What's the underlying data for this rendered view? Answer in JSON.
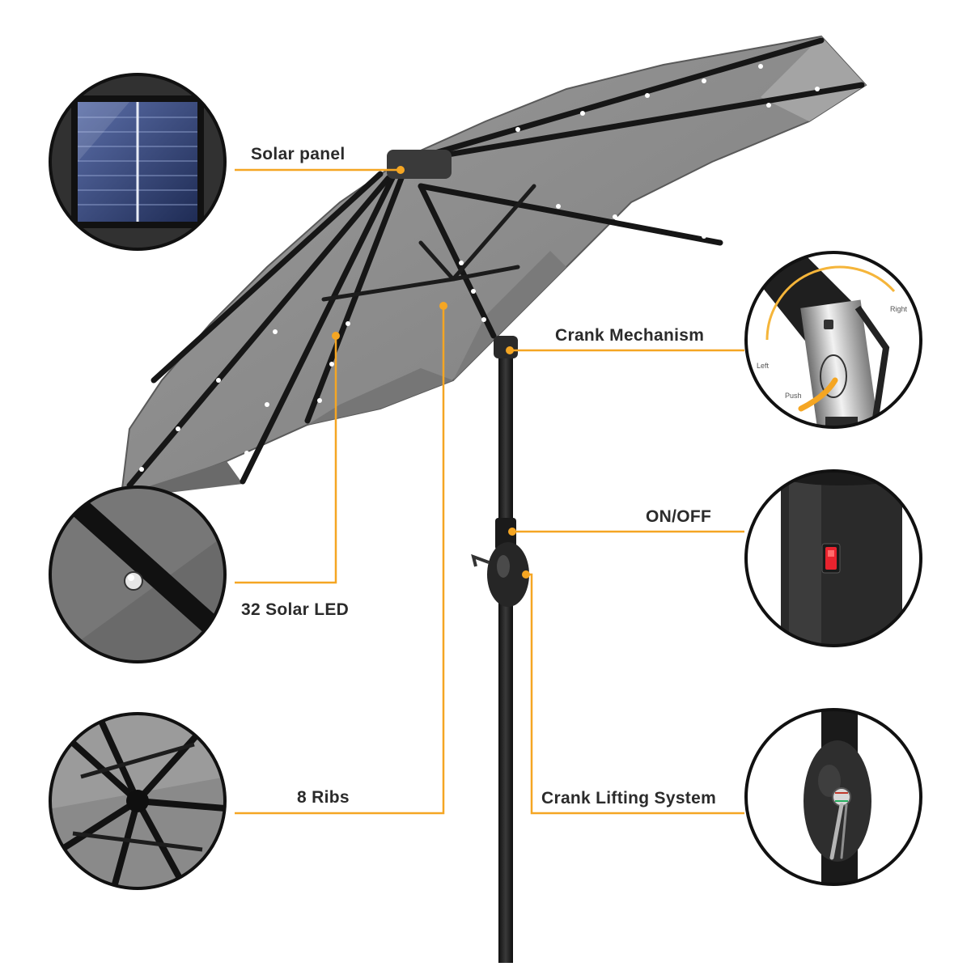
{
  "callouts": {
    "solar_panel": "Solar panel",
    "solar_led": "32 Solar LED",
    "ribs": "8 Ribs",
    "crank_mechanism": "Crank Mechanism",
    "on_off": "ON/OFF",
    "crank_lifting": "Crank Lifting System"
  },
  "crank_detail": {
    "left": "Left",
    "right": "Right",
    "push": "Push"
  },
  "colors": {
    "leader": "#f5a623",
    "canopy": "#8e8e8e",
    "canopy_dark": "#6f6f6f",
    "pole": "#1e1e1e",
    "circle_border": "#111111",
    "switch_red": "#e8232e"
  }
}
